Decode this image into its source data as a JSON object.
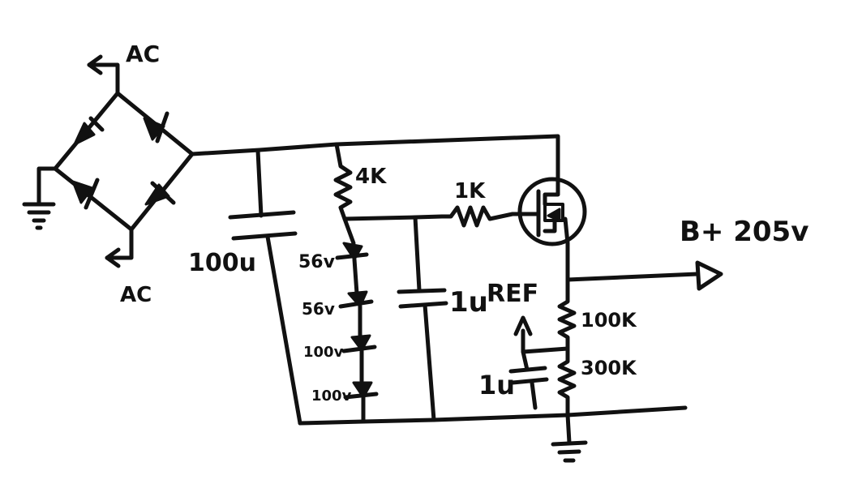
{
  "labels": {
    "ac_top": "AC",
    "ac_bottom": "AC",
    "c_main": "100u",
    "r_4k": "4K",
    "r_1k": "1K",
    "z1": "56v",
    "z2": "56v",
    "z3": "100v",
    "z4": "100v",
    "c_ref": "1u",
    "ref": "REF",
    "r_100k": "100K",
    "r_300k": "300K",
    "c_fb": "1u",
    "out": "B+ 205v"
  },
  "colors": {
    "ink": "#111111",
    "paper": "#ffffff"
  }
}
